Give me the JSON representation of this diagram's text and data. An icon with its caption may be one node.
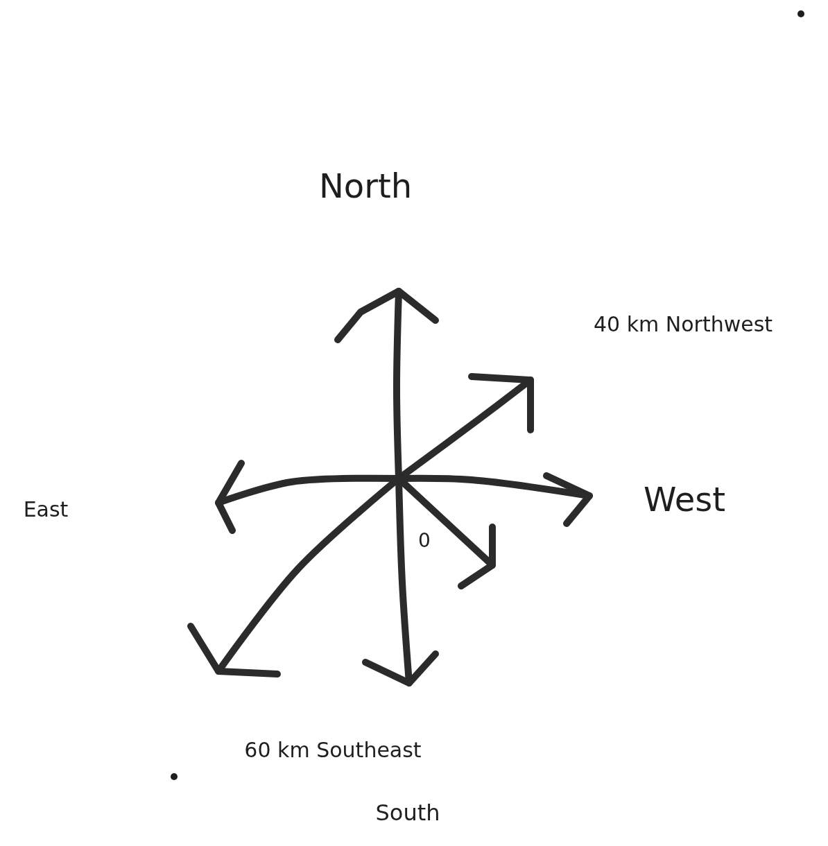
{
  "diagram": {
    "labels": [
      "North",
      "40 km Northwest",
      "East",
      "West",
      "0",
      "60 km Southeast",
      "South"
    ]
  }
}
